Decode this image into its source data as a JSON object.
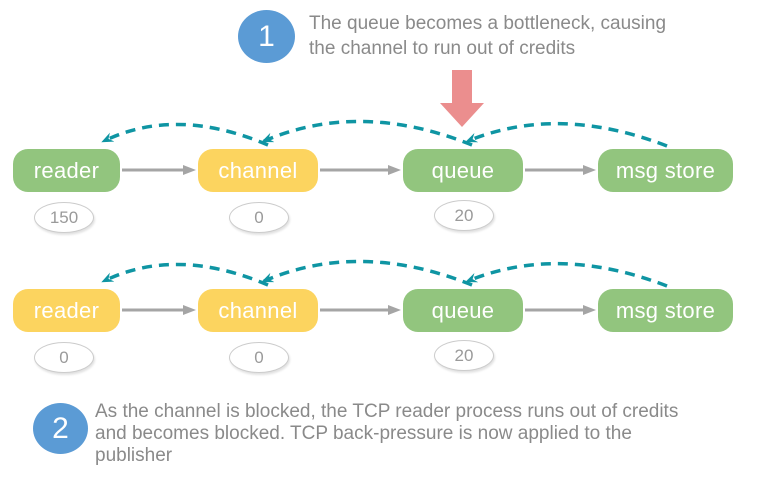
{
  "colors": {
    "node_green": "#92c57e",
    "node_yellow": "#fcd45f",
    "teal": "#0f95a3",
    "connector_gray": "#a5a5a5",
    "bottleneck_red": "#eb8e8e",
    "step_blue": "#5b9bd5",
    "annotation_gray": "#8a8a8a",
    "badge_border": "#cccccc",
    "badge_text": "#9a9a9a"
  },
  "annotations": [
    {
      "number": "1",
      "lines": [
        "The queue becomes a bottleneck, causing",
        "the channel to run out of credits"
      ]
    },
    {
      "number": "2",
      "lines": [
        "As the channel is blocked, the TCP reader process runs out of credits",
        "and becomes blocked. TCP back-pressure is now applied to the",
        "publisher"
      ]
    }
  ],
  "rows": [
    {
      "name": "step-1-flow",
      "nodes": [
        {
          "label": "reader",
          "color": "#92c57e",
          "credit": "150"
        },
        {
          "label": "channel",
          "color": "#fcd45f",
          "credit": "0"
        },
        {
          "label": "queue",
          "color": "#92c57e",
          "credit": "20"
        },
        {
          "label": "msg store",
          "color": "#92c57e"
        }
      ]
    },
    {
      "name": "step-2-flow",
      "nodes": [
        {
          "label": "reader",
          "color": "#fcd45f",
          "credit": "0"
        },
        {
          "label": "channel",
          "color": "#fcd45f",
          "credit": "0"
        },
        {
          "label": "queue",
          "color": "#92c57e",
          "credit": "20"
        },
        {
          "label": "msg store",
          "color": "#92c57e"
        }
      ]
    }
  ]
}
